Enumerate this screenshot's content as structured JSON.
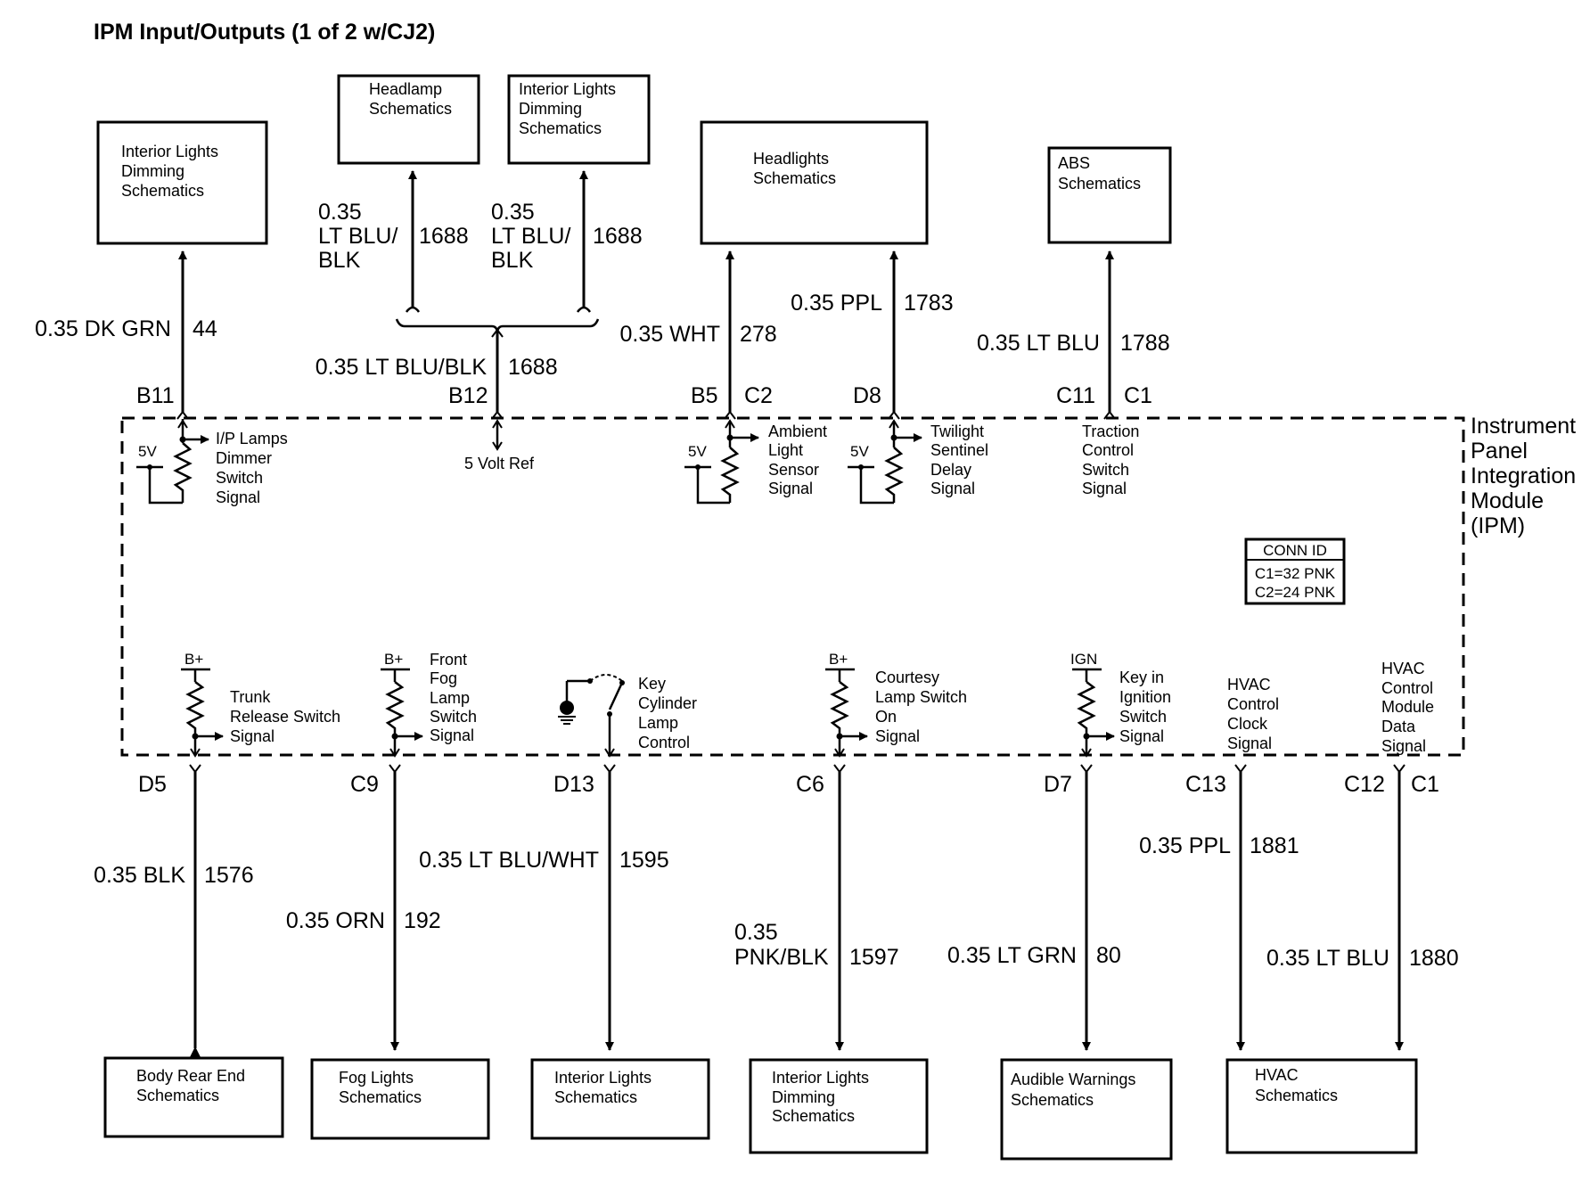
{
  "title": "IPM Input/Outputs (1 of 2 w/CJ2)",
  "module_label": [
    "Instrument",
    "Panel",
    "Integration",
    "Module",
    "(IPM)"
  ],
  "conn_id": {
    "header": "CONN ID",
    "lines": [
      "C1=32 PNK",
      "C2=24 PNK"
    ]
  },
  "top_blocks": [
    {
      "lines": [
        "Interior Lights",
        "Dimming",
        "Schematics"
      ]
    },
    {
      "lines": [
        "Headlamp",
        "Schematics"
      ]
    },
    {
      "lines": [
        "Interior Lights",
        "Dimming",
        "Schematics"
      ]
    },
    {
      "lines": [
        "Headlights",
        "Schematics"
      ]
    },
    {
      "lines": [
        "ABS",
        "Schematics"
      ]
    }
  ],
  "bottom_blocks": [
    {
      "lines": [
        "Body Rear End",
        "Schematics"
      ]
    },
    {
      "lines": [
        "Fog Lights",
        "Schematics"
      ]
    },
    {
      "lines": [
        "Interior Lights",
        "Schematics"
      ]
    },
    {
      "lines": [
        "Interior Lights",
        "Dimming",
        "Schematics"
      ]
    },
    {
      "lines": [
        "Audible Warnings",
        "Schematics"
      ]
    },
    {
      "lines": [
        "HVAC",
        "Schematics"
      ]
    }
  ],
  "top_wires": [
    {
      "color": "0.35 DK GRN",
      "circuit": "44",
      "pin": "B11",
      "connector": ""
    },
    {
      "color": "0.35 LT BLU/BLK",
      "circuit": "1688",
      "pin": "B12",
      "connector": ""
    },
    {
      "color": "0.35 WHT",
      "circuit": "278",
      "pin": "B5",
      "connector": "C2"
    },
    {
      "color": "0.35 PPL",
      "circuit": "1783",
      "pin": "D8",
      "connector": ""
    },
    {
      "color": "0.35 LT BLU",
      "circuit": "1788",
      "pin": "C11",
      "connector": "C1"
    }
  ],
  "branch_wires": [
    {
      "color_lines": [
        "0.35",
        "LT BLU/",
        "BLK"
      ],
      "circuit": "1688"
    },
    {
      "color_lines": [
        "0.35",
        "LT BLU/",
        "BLK"
      ],
      "circuit": "1688"
    }
  ],
  "bottom_wires": [
    {
      "color_lines": [
        "0.35 BLK"
      ],
      "circuit": "1576",
      "pin": "D5",
      "connector": ""
    },
    {
      "color_lines": [
        "0.35 ORN"
      ],
      "circuit": "192",
      "pin": "C9",
      "connector": ""
    },
    {
      "color_lines": [
        "0.35 LT BLU/WHT"
      ],
      "circuit": "1595",
      "pin": "D13",
      "connector": ""
    },
    {
      "color_lines": [
        "0.35",
        "PNK/BLK"
      ],
      "circuit": "1597",
      "pin": "C6",
      "connector": ""
    },
    {
      "color_lines": [
        "0.35 LT GRN"
      ],
      "circuit": "80",
      "pin": "D7",
      "connector": ""
    },
    {
      "color_lines": [
        "0.35 PPL"
      ],
      "circuit": "1881",
      "pin": "C13",
      "connector": ""
    },
    {
      "color_lines": [
        "0.35 LT BLU"
      ],
      "circuit": "1880",
      "pin": "C12",
      "connector": "C1"
    }
  ],
  "top_signals": [
    {
      "lines": [
        "I/P Lamps",
        "Dimmer",
        "Switch",
        "Signal"
      ],
      "supply": "5V"
    },
    {
      "lines": [
        "5 Volt Ref"
      ],
      "supply": ""
    },
    {
      "lines": [
        "Ambient",
        "Light",
        "Sensor",
        "Signal"
      ],
      "supply": "5V"
    },
    {
      "lines": [
        "Twilight",
        "Sentinel",
        "Delay",
        "Signal"
      ],
      "supply": "5V"
    },
    {
      "lines": [
        "Traction",
        "Control",
        "Switch",
        "Signal"
      ],
      "supply": ""
    }
  ],
  "bottom_signals": [
    {
      "lines": [
        "Trunk",
        "Release Switch",
        "Signal"
      ],
      "supply": "B+"
    },
    {
      "lines": [
        "Front",
        "Fog",
        "Lamp",
        "Switch",
        "Signal"
      ],
      "supply": "B+"
    },
    {
      "lines": [
        "Key",
        "Cylinder",
        "Lamp",
        "Control"
      ],
      "supply": ""
    },
    {
      "lines": [
        "Courtesy",
        "Lamp Switch",
        "On",
        "Signal"
      ],
      "supply": "B+"
    },
    {
      "lines": [
        "Key in",
        "Ignition",
        "Switch",
        "Signal"
      ],
      "supply": "IGN"
    },
    {
      "lines": [
        "HVAC",
        "Control",
        "Clock",
        "Signal"
      ],
      "supply": ""
    },
    {
      "lines": [
        "HVAC",
        "Control",
        "Module",
        "Data",
        "Signal"
      ],
      "supply": ""
    }
  ]
}
